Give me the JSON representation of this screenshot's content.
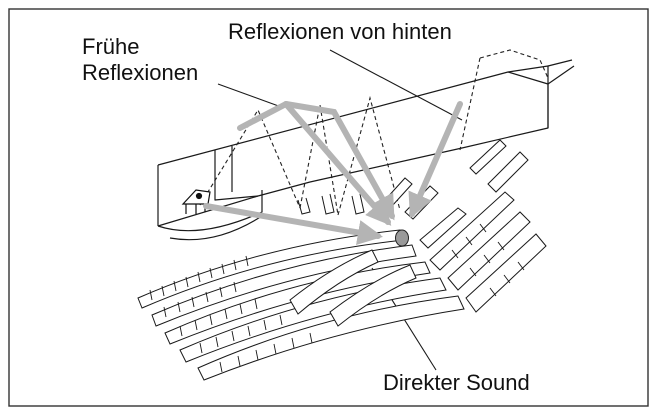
{
  "labels": {
    "early_reflections_line1": "Frühe",
    "early_reflections_line2": "Reflexionen",
    "rear_reflections": "Reflexionen von hinten",
    "direct_sound": "Direkter Sound"
  },
  "colors": {
    "arrow": "#b4b4b4",
    "line": "#1a1a1a",
    "frame": "#333333",
    "listener": "#9a9a9a"
  },
  "icons": {
    "performer": "grand-piano-icon",
    "listener": "listener-head-icon"
  }
}
